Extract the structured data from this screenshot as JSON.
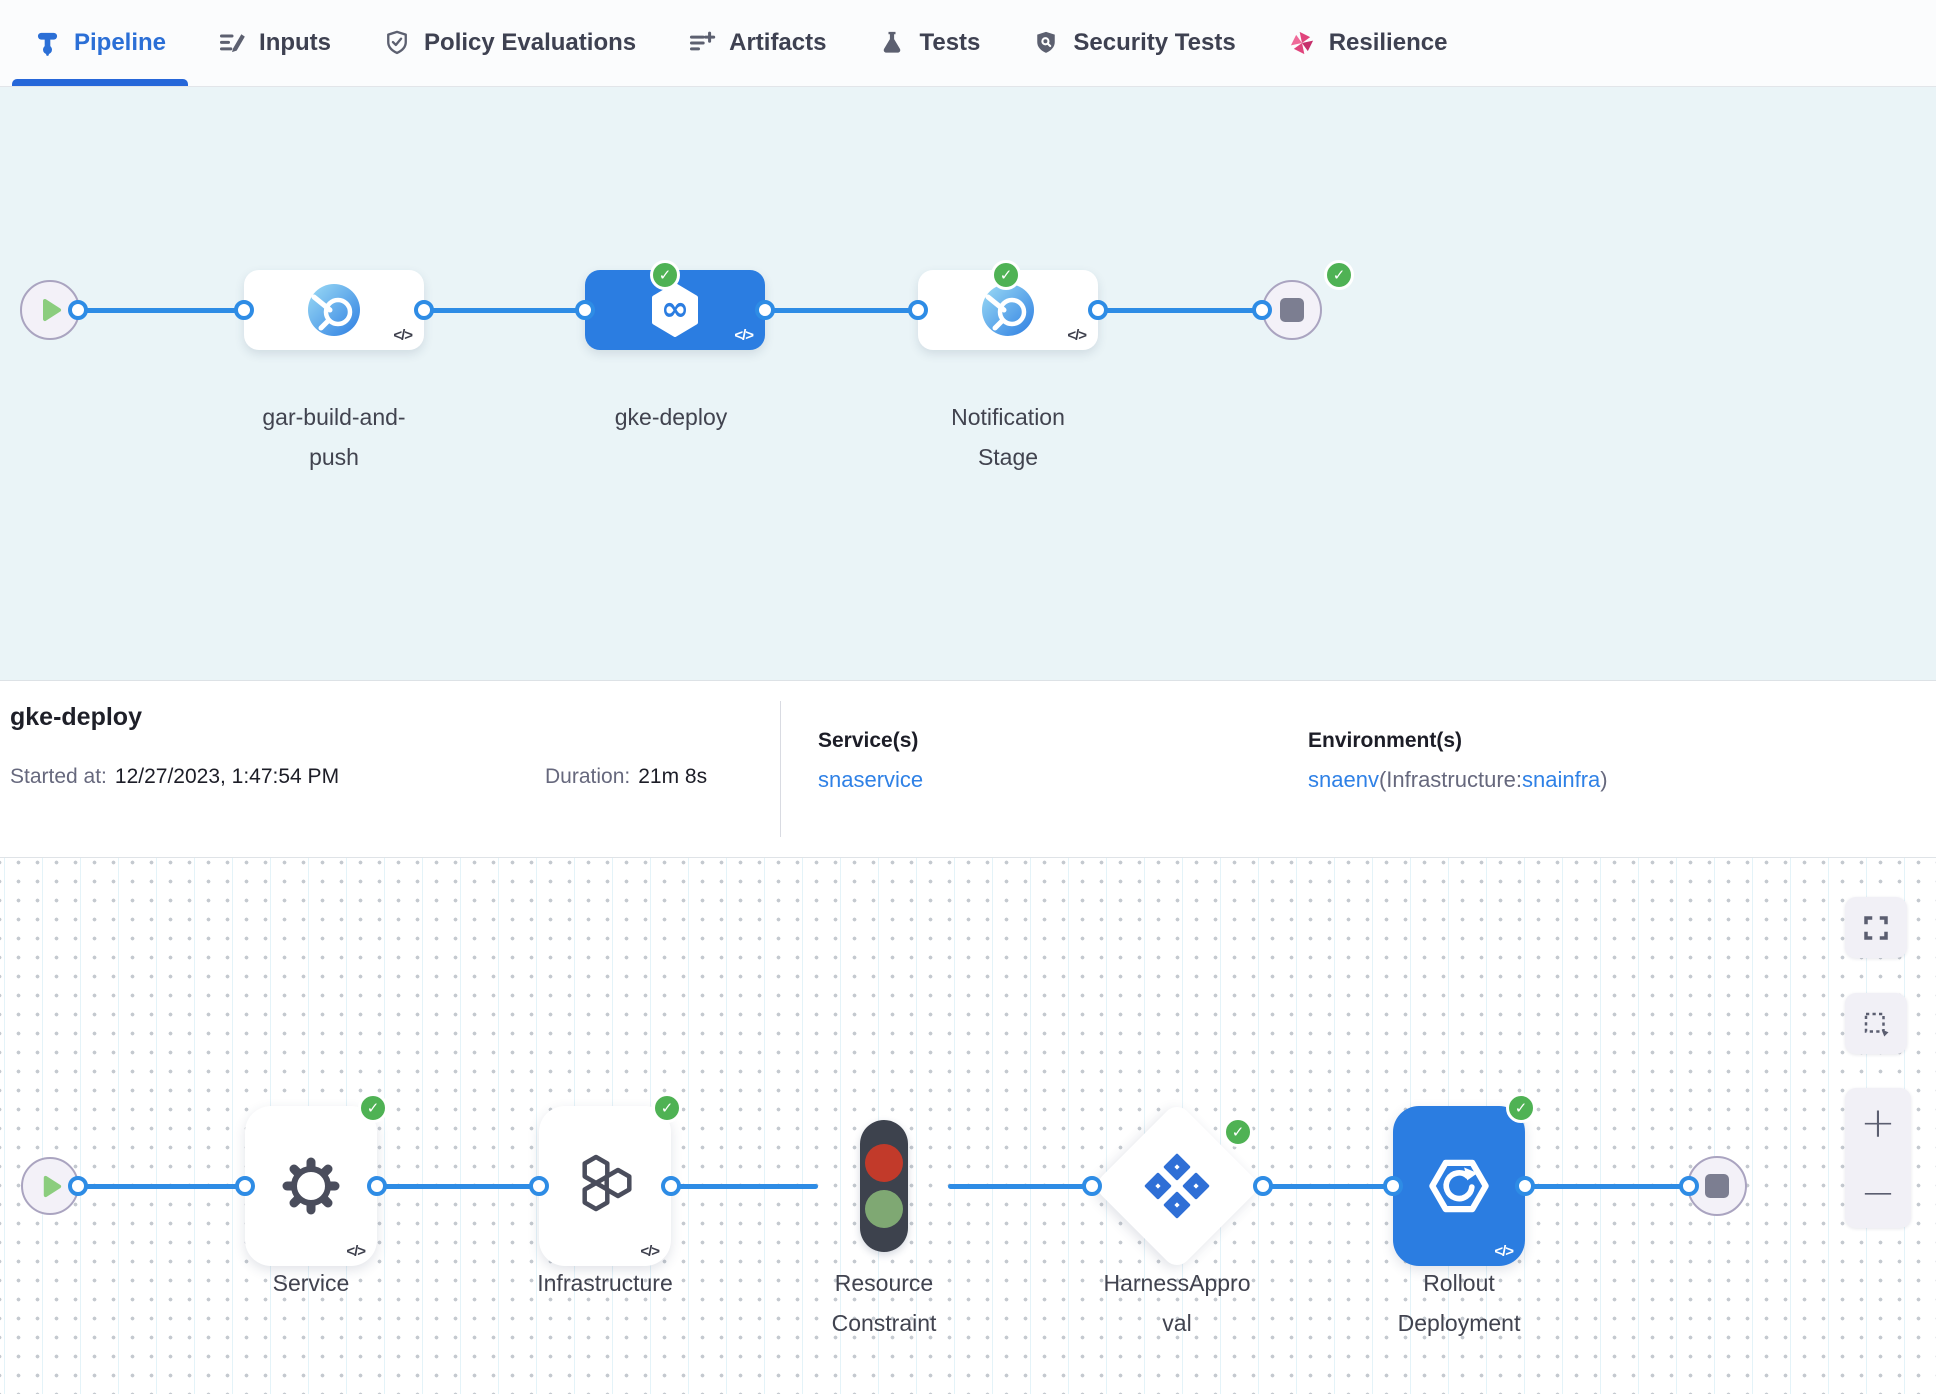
{
  "tabs": {
    "items": [
      {
        "label": "Pipeline",
        "active": true
      },
      {
        "label": "Inputs",
        "active": false
      },
      {
        "label": "Policy Evaluations",
        "active": false
      },
      {
        "label": "Artifacts",
        "active": false
      },
      {
        "label": "Tests",
        "active": false
      },
      {
        "label": "Security Tests",
        "active": false
      },
      {
        "label": "Resilience",
        "active": false
      }
    ]
  },
  "icons": {
    "check": "✓",
    "code": "</>",
    "infinity": "∞",
    "plus": "+",
    "minus": "−"
  },
  "stage_pipeline": {
    "stages": [
      {
        "name": "gar-build-and-push",
        "status": "Success"
      },
      {
        "name": "gke-deploy",
        "status": "Success",
        "selected": true
      },
      {
        "name": "Notification Stage",
        "status": "Success"
      }
    ]
  },
  "details": {
    "stage_name": "gke-deploy",
    "started_label": "Started at:",
    "started_value": "12/27/2023, 1:47:54 PM",
    "duration_label": "Duration:",
    "duration_value": "21m 8s",
    "services_label": "Service(s)",
    "service_name": "snaservice",
    "environments_label": "Environment(s)",
    "environment_name": "snaenv",
    "infrastructure_prefix": "(Infrastructure:",
    "infrastructure_name": "snainfra",
    "infrastructure_suffix": ")"
  },
  "execution_graph": {
    "steps": [
      {
        "name": "Service",
        "status": "Success"
      },
      {
        "name": "Infrastructure",
        "status": "Success"
      },
      {
        "name": "Resource Constraint",
        "status": "Success"
      },
      {
        "name": "HarnessApproval",
        "status": "Success"
      },
      {
        "name": "Rollout Deployment",
        "status": "Success"
      }
    ]
  },
  "colors": {
    "accent_blue": "#2b6fd6",
    "edge_blue": "#2e8ce5",
    "selected_stage_blue": "#2b7de1",
    "success_green": "#4fb254",
    "link_blue": "#2f81e6",
    "resilience_pink": "#e0447c",
    "canvas_cyan": "#eaf4f7"
  }
}
